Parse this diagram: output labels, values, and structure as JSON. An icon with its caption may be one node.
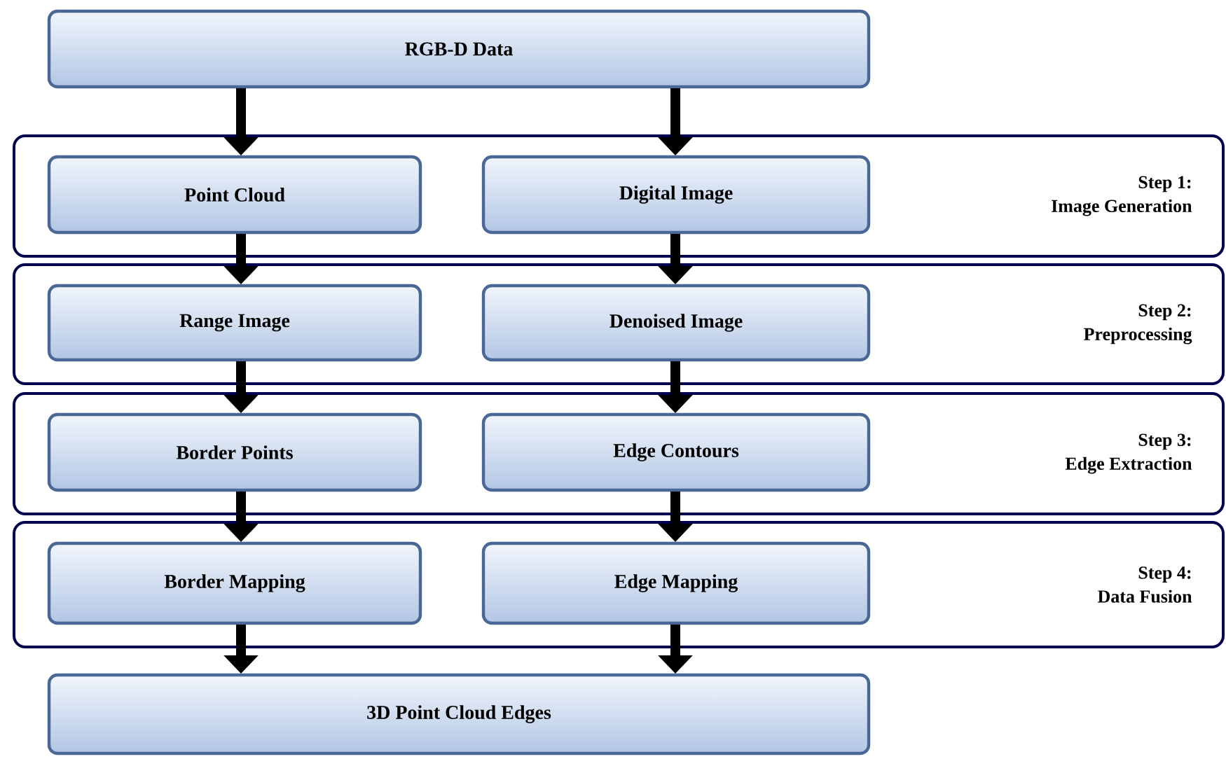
{
  "diagram": {
    "nodes": [
      {
        "text": [
          "RGB-D Data"
        ]
      },
      {
        "text": [
          "Step 1:",
          "Image Generation"
        ]
      },
      {
        "text": [
          "Point Cloud"
        ],
        "in": 1
      },
      {
        "text": [
          "Digital Image"
        ],
        "in": 1
      },
      {
        "text": [
          "Step 2:",
          "Preprocessing"
        ]
      },
      {
        "text": [
          "Range Image"
        ],
        "in": 4
      },
      {
        "text": [
          "Denoised Image"
        ],
        "in": 4
      },
      {
        "text": [
          "Step 3:",
          "Edge Extraction"
        ]
      },
      {
        "text": [
          "Border Points"
        ],
        "in": 7
      },
      {
        "text": [
          "Edge Contours"
        ],
        "in": 7
      },
      {
        "text": [
          "Step 4:",
          "Data Fusion"
        ]
      },
      {
        "text": [
          "Border Mapping"
        ],
        "in": 10
      },
      {
        "text": [
          "Edge Mapping"
        ],
        "in": 10
      },
      {
        "text": [
          "3D Point Cloud Edges"
        ]
      }
    ],
    "edges": [
      {
        "from": 0,
        "to": 2,
        "arrow": "to"
      },
      {
        "from": 0,
        "to": 3,
        "arrow": "to"
      },
      {
        "from": 2,
        "to": 5,
        "arrow": "to"
      },
      {
        "from": 3,
        "to": 6,
        "arrow": "to"
      },
      {
        "from": 5,
        "to": 8,
        "arrow": "to"
      },
      {
        "from": 6,
        "to": 9,
        "arrow": "to"
      },
      {
        "from": 8,
        "to": 11,
        "arrow": "to"
      },
      {
        "from": 9,
        "to": 12,
        "arrow": "to"
      },
      {
        "from": 11,
        "to": 13,
        "arrow": "to"
      },
      {
        "from": 12,
        "to": 13,
        "arrow": "to"
      }
    ]
  }
}
